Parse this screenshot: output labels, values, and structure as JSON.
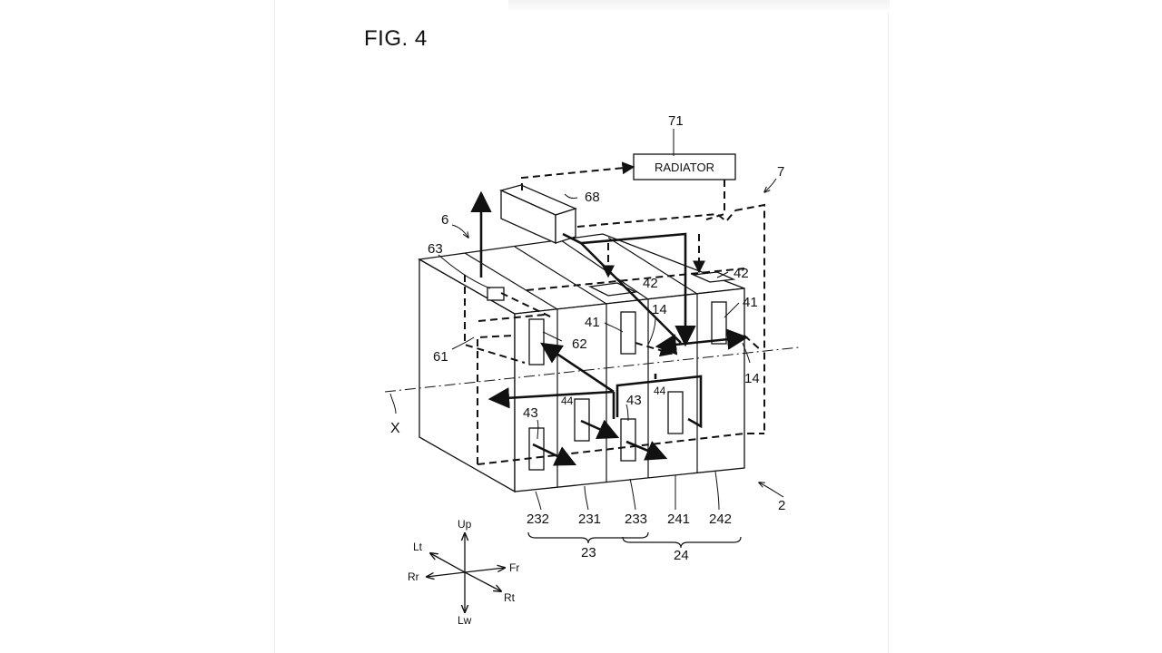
{
  "figure": {
    "title": "FIG. 4",
    "radiator_label": "RADIATOR",
    "refs": {
      "r71": "71",
      "r7": "7",
      "r68": "68",
      "r6": "6",
      "r63": "63",
      "r42a": "42",
      "r42b": "42",
      "r41a": "41",
      "r41b": "41",
      "r14a": "14",
      "r14b": "14",
      "r62": "62",
      "r61": "61",
      "r43a": "43",
      "r43b": "43",
      "r44a": "44",
      "r44b": "44",
      "rX": "X",
      "r2": "2",
      "r232": "232",
      "r231": "231",
      "r233": "233",
      "r241": "241",
      "r242": "242",
      "r23": "23",
      "r24": "24"
    },
    "compass": {
      "up": "Up",
      "lw": "Lw",
      "lt": "Lt",
      "rt": "Rt",
      "rr": "Rr",
      "fr": "Fr"
    }
  }
}
